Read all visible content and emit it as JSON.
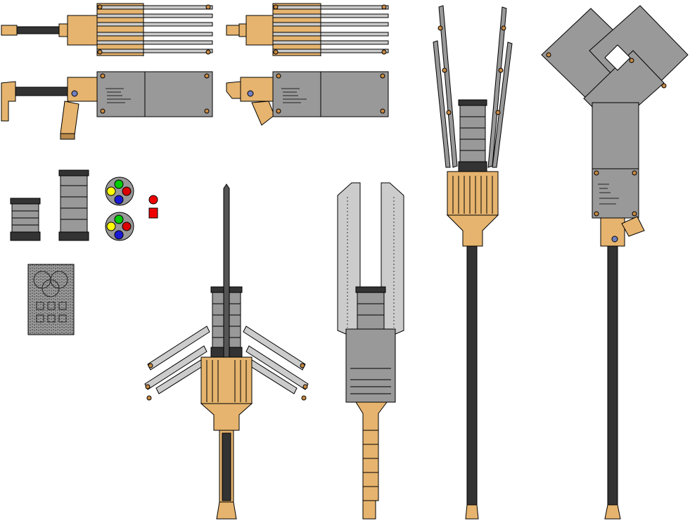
{
  "palette": {
    "wood": "#E6B46E",
    "wood_dark": "#B98A4C",
    "steel": "#999999",
    "steel_light": "#C8C8C8",
    "steel_dark": "#7A7A7A",
    "rod": "#333333",
    "outline": "#000000",
    "bolt": "#C88A44",
    "gem_green": "#00CC00",
    "gem_red": "#DD0000",
    "gem_yellow": "#FFFF00",
    "gem_blue": "#1A1AD4",
    "indicator_red": "#EE0000"
  },
  "sprites": [
    "side-view-cannon-top",
    "side-view-cannon-top-short",
    "side-view-cannon-plate",
    "side-view-cannon-plate-short",
    "claw-rig-open-tall",
    "diamond-shield-staff",
    "battery-small",
    "battery-tall",
    "gem-socket-top",
    "gem-socket-bottom",
    "indicator-dot",
    "indicator-square",
    "engraved-tablet",
    "winged-sword-staff",
    "twin-blade-staff"
  ]
}
